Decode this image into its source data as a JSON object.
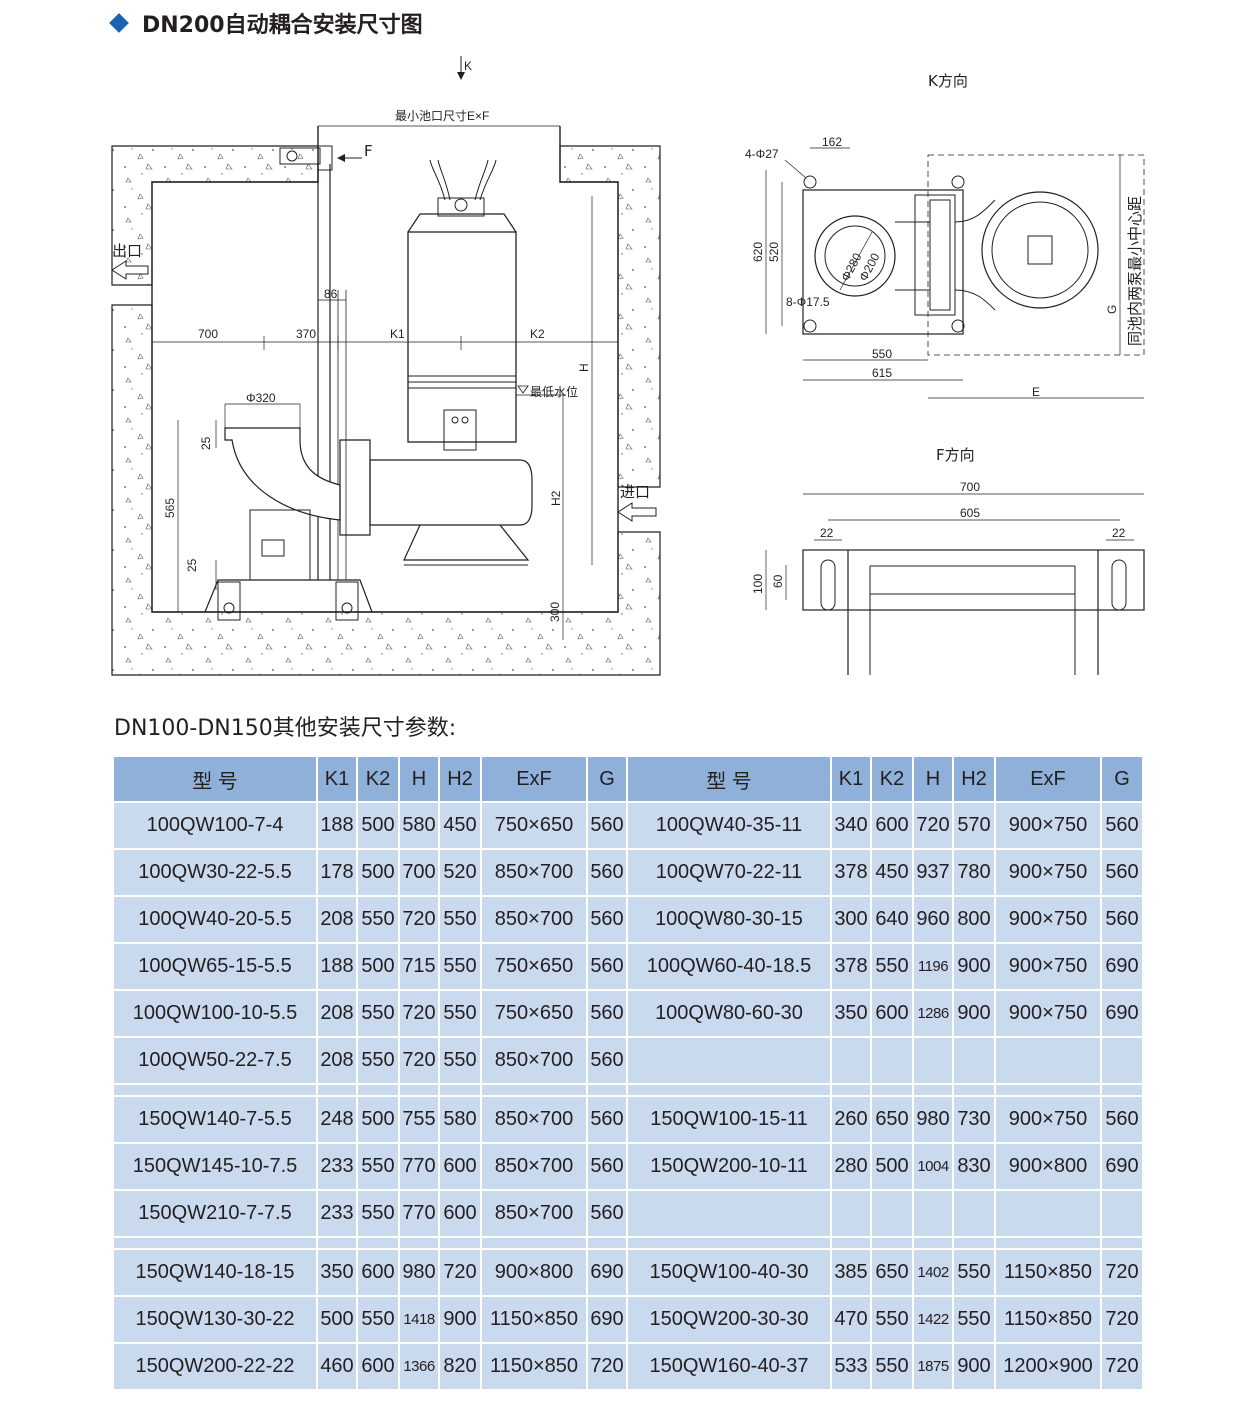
{
  "header": {
    "title": "DN200自动耦合安装尺寸图"
  },
  "drawing": {
    "labels": {
      "k_arrow": "K",
      "f_arrow": "F",
      "min_pit": "最小池口尺寸E×F",
      "outlet": "出口",
      "inlet": "进口",
      "low_water": "最低水位",
      "k_view": "K方向",
      "f_view": "F方向",
      "same_pit": "同池内两泵最小中心距"
    },
    "dims": {
      "d86": "86",
      "d700": "700",
      "d370": "370",
      "dK1": "K1",
      "dK2": "K2",
      "dH": "H",
      "dH2": "H2",
      "dphi320": "Φ320",
      "d25a": "25",
      "d565": "565",
      "d25b": "25",
      "d300": "300",
      "d4phi27": "4-Φ27",
      "d162": "162",
      "d620": "620",
      "d520": "520",
      "dphi280": "Φ280",
      "dphi200": "Φ200",
      "d8phi": "8-Φ17.5",
      "d550": "550",
      "d615": "615",
      "dE": "E",
      "dG": "G",
      "f700": "700",
      "f605": "605",
      "f22a": "22",
      "f22b": "22",
      "f100": "100",
      "f60": "60"
    }
  },
  "section_title": "DN100-DN150其他安装尺寸参数:",
  "table": {
    "headers": [
      "型 号",
      "K1",
      "K2",
      "H",
      "H2",
      "ExF",
      "G",
      "型 号",
      "K1",
      "K2",
      "H",
      "H2",
      "ExF",
      "G"
    ],
    "rows": [
      [
        "100QW100-7-4",
        "188",
        "500",
        "580",
        "450",
        "750×650",
        "560",
        "100QW40-35-11",
        "340",
        "600",
        "720",
        "570",
        "900×750",
        "560"
      ],
      [
        "100QW30-22-5.5",
        "178",
        "500",
        "700",
        "520",
        "850×700",
        "560",
        "100QW70-22-11",
        "378",
        "450",
        "937",
        "780",
        "900×750",
        "560"
      ],
      [
        "100QW40-20-5.5",
        "208",
        "550",
        "720",
        "550",
        "850×700",
        "560",
        "100QW80-30-15",
        "300",
        "640",
        "960",
        "800",
        "900×750",
        "560"
      ],
      [
        "100QW65-15-5.5",
        "188",
        "500",
        "715",
        "550",
        "750×650",
        "560",
        "100QW60-40-18.5",
        "378",
        "550",
        "1196",
        "900",
        "900×750",
        "690"
      ],
      [
        "100QW100-10-5.5",
        "208",
        "550",
        "720",
        "550",
        "750×650",
        "560",
        "100QW80-60-30",
        "350",
        "600",
        "1286",
        "900",
        "900×750",
        "690"
      ],
      [
        "100QW50-22-7.5",
        "208",
        "550",
        "720",
        "550",
        "850×700",
        "560",
        "",
        "",
        "",
        "",
        "",
        "",
        ""
      ],
      [
        "150QW140-7-5.5",
        "248",
        "500",
        "755",
        "580",
        "850×700",
        "560",
        "150QW100-15-11",
        "260",
        "650",
        "980",
        "730",
        "900×750",
        "560"
      ],
      [
        "150QW145-10-7.5",
        "233",
        "550",
        "770",
        "600",
        "850×700",
        "560",
        "150QW200-10-11",
        "280",
        "500",
        "1004",
        "830",
        "900×800",
        "690"
      ],
      [
        "150QW210-7-7.5",
        "233",
        "550",
        "770",
        "600",
        "850×700",
        "560",
        "",
        "",
        "",
        "",
        "",
        "",
        ""
      ],
      [
        "150QW140-18-15",
        "350",
        "600",
        "980",
        "720",
        "900×800",
        "690",
        "150QW100-40-30",
        "385",
        "650",
        "1402",
        "550",
        "1150×850",
        "720"
      ],
      [
        "150QW130-30-22",
        "500",
        "550",
        "1418",
        "900",
        "1150×850",
        "690",
        "150QW200-30-30",
        "470",
        "550",
        "1422",
        "550",
        "1150×850",
        "720"
      ],
      [
        "150QW200-22-22",
        "460",
        "600",
        "1366",
        "820",
        "1150×850",
        "720",
        "150QW160-40-37",
        "533",
        "550",
        "1875",
        "900",
        "1200×900",
        "720"
      ]
    ]
  }
}
